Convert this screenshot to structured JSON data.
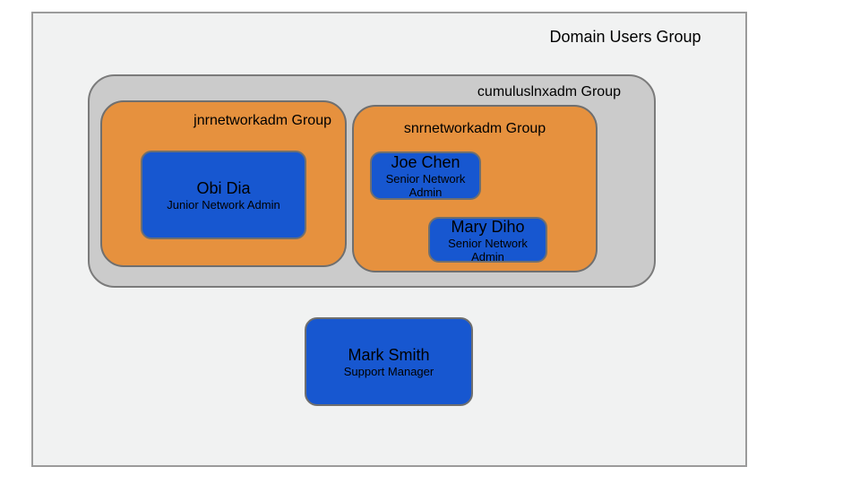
{
  "groups": {
    "domain": {
      "label": "Domain Users Group"
    },
    "cumulus": {
      "label": "cumuluslnxadm Group"
    },
    "jnr": {
      "label": "jnrnetworkadm Group"
    },
    "snr": {
      "label": "snrnetworkadm Group"
    }
  },
  "people": {
    "obi": {
      "name": "Obi Dia",
      "role": "Junior Network Admin"
    },
    "joe": {
      "name": "Joe Chen",
      "role": "Senior Network Admin"
    },
    "mary": {
      "name": "Mary Diho",
      "role": "Senior Network Admin"
    },
    "mark": {
      "name": "Mark Smith",
      "role": "Support Manager"
    }
  },
  "colors": {
    "outer_fill": "#f1f2f2",
    "outer_border": "#9b9b9b",
    "group_fill": "#cbcbcb",
    "group_border": "#7b7b7b",
    "team_fill": "#e6913e",
    "person_fill": "#1757d0",
    "shape_border": "#6f6f6f",
    "text": "#000000",
    "page_background": "#ffffff"
  }
}
